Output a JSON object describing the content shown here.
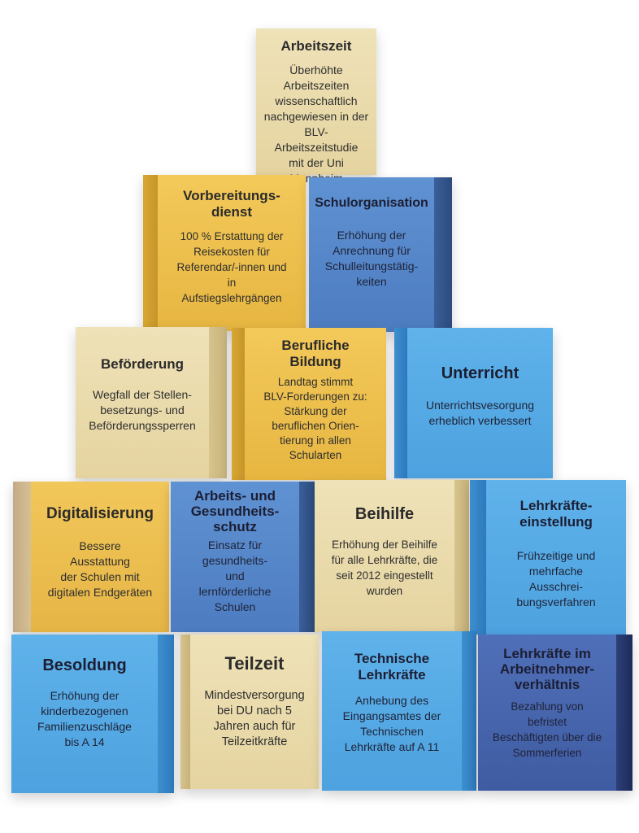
{
  "blocks": {
    "arbeitszeit": {
      "title": "Arbeitszeit",
      "text": "Überhöhte\nArbeitszeiten\nwissenschaftlich\nnachgewiesen in der\nBLV-Arbeitszeitstudie\nmit der Uni Mannheim"
    },
    "vorbereitungsdienst": {
      "title": "Vorbereitungs-\ndienst",
      "text": "100 % Erstattung der\nReisekosten für\nReferendar/-innen und\nin\nAufstiegslehrgängen"
    },
    "schulorganisation": {
      "title": "Schulorganisation",
      "text": "Erhöhung der\nAnrechnung für\nSchulleitungstätig-\nkeiten"
    },
    "befoerderung": {
      "title": "Beförderung",
      "text": "Wegfall der Stellen-\nbesetzungs- und\nBeförderungssperren"
    },
    "berufliche_bildung": {
      "title": "Berufliche\nBildung",
      "text": "Landtag stimmt\nBLV-Forderungen zu:\nStärkung der\nberuflichen Orien-\ntierung in allen\nSchularten"
    },
    "unterricht": {
      "title": "Unterricht",
      "text": "Unterrichtsvesorgung\nerheblich verbessert"
    },
    "digitalisierung": {
      "title": "Digitalisierung",
      "text": "Bessere\nAusstattung\nder Schulen mit\ndigitalen Endgeräten"
    },
    "arbeitsschutz": {
      "title": "Arbeits- und\nGesundheits-\nschutz",
      "text": "Einsatz für\ngesundheits-\nund\nlernförderliche\nSchulen"
    },
    "beihilfe": {
      "title": "Beihilfe",
      "text": "Erhöhung der Beihilfe\nfür alle Lehrkräfte, die\nseit 2012 eingestellt\nwurden"
    },
    "lehrkraefteeinstellung": {
      "title": "Lehrkräfte-\neinstellung",
      "text": "Frühzeitige und\nmehrfache\nAusschrei-\nbungsverfahren"
    },
    "besoldung": {
      "title": "Besoldung",
      "text": "Erhöhung der\nkinderbezogenen\nFamilienzuschläge\nbis A 14"
    },
    "teilzeit": {
      "title": "Teilzeit",
      "text": "Mindestversorgung\nbei DU nach 5\nJahren auch für\nTeilzeitkräfte"
    },
    "technische_lehrkraefte": {
      "title": "Technische\nLehrkräfte",
      "text": "Anhebung des\nEingangsamtes der\nTechnischen\nLehrkräfte auf A 11"
    },
    "lehrkraefte_arbeitnehmer": {
      "title": "Lehrkräfte im\nArbeitnehmer-\nverhältnis",
      "text": "Bezahlung von\nbefristet\nBeschäftigten über die\nSommerferien"
    }
  },
  "colors": {
    "beige": "#e9dcae",
    "gold": "#efc04f",
    "blue": "#5787c9",
    "sky": "#56aae6",
    "navy": "#4766ad"
  }
}
